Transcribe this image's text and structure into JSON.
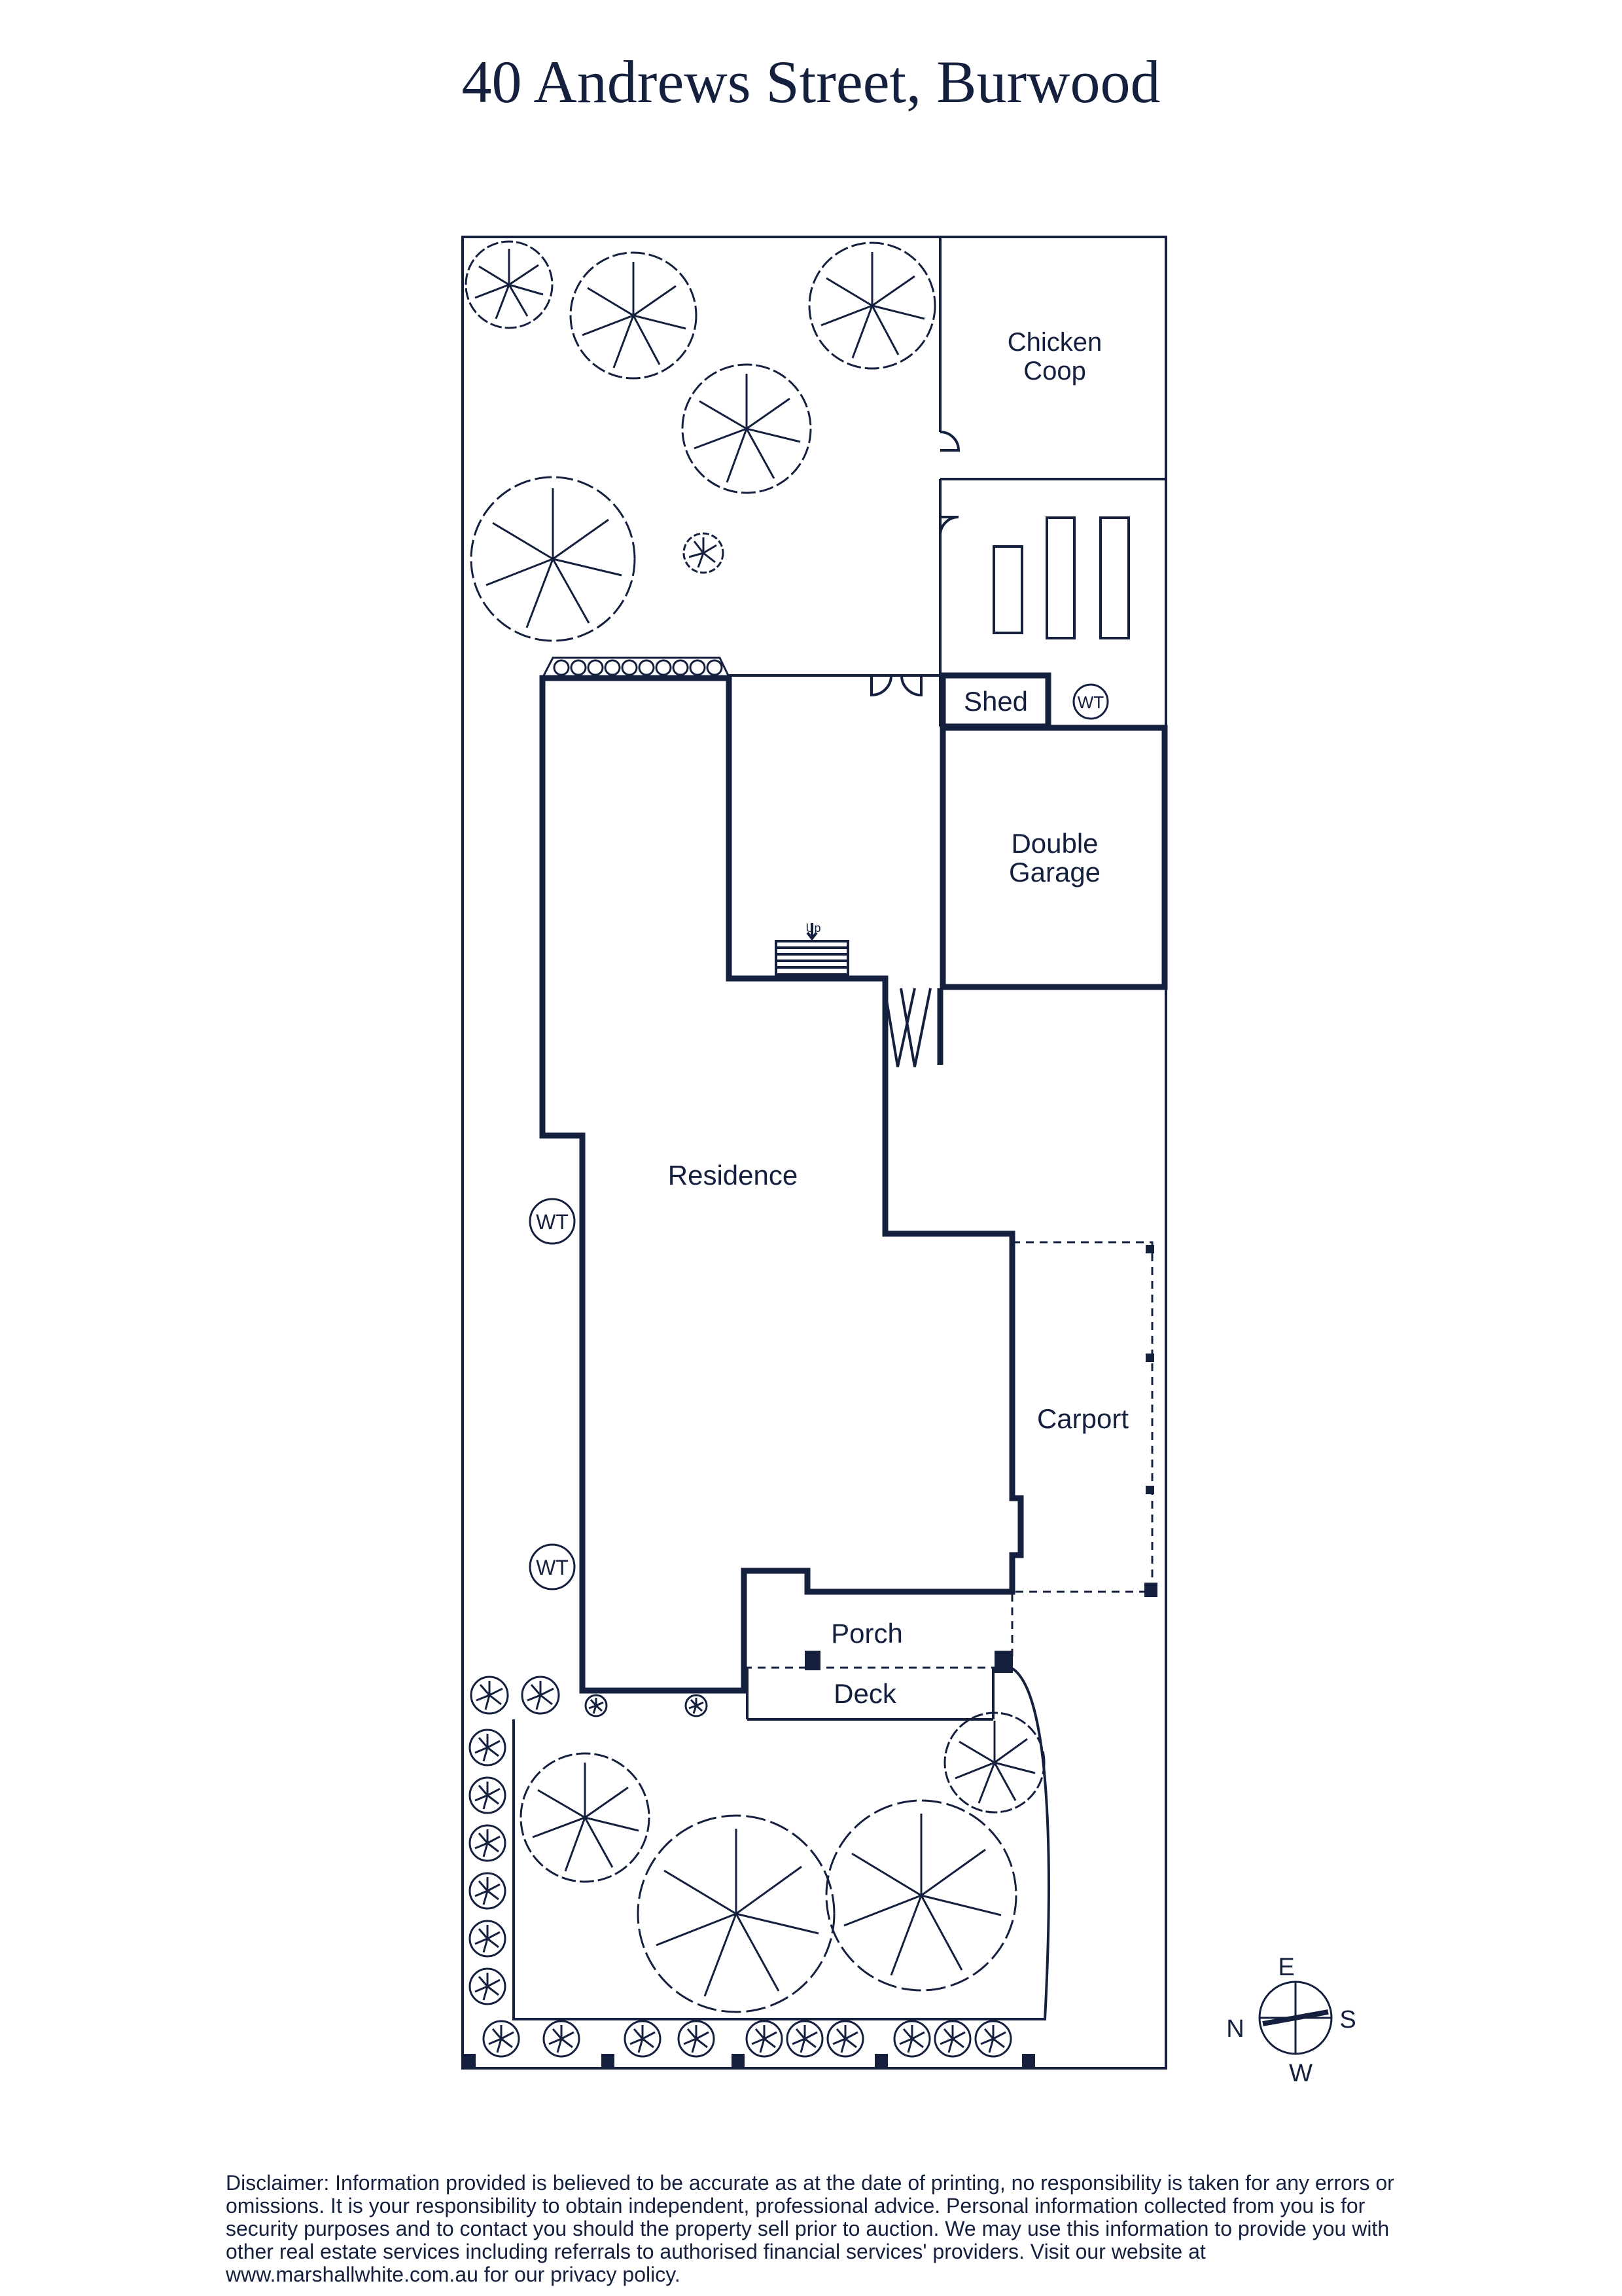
{
  "title": "40 Andrews Street, Burwood",
  "rooms": {
    "chicken_coop": [
      "Chicken",
      "Coop"
    ],
    "shed": "Shed",
    "double_garage": [
      "Double",
      "Garage"
    ],
    "residence": "Residence",
    "carport": "Carport",
    "porch": "Porch",
    "deck": "Deck"
  },
  "markers": {
    "water_tank": "WT",
    "stairs": "Up"
  },
  "compass": {
    "e": "E",
    "s": "S",
    "w": "W",
    "n": "N"
  },
  "disclaimer": "Disclaimer: Information provided is believed to be accurate as at the date of printing, no responsibility is taken for any errors or omissions. It is your responsibility to obtain independent, professional advice. Personal information collected from you is for security purposes and to contact you should the property sell prior to auction. We may use this information to provide you with other real estate services including referrals to authorised financial services' providers. Visit our website at www.marshallwhite.com.au for our privacy policy.",
  "colors": {
    "line": "#15203f",
    "background": "#ffffff"
  }
}
